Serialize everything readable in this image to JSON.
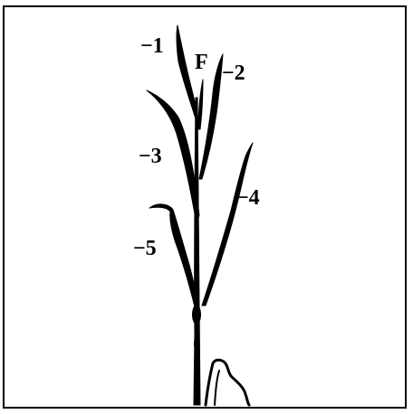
{
  "diagram": {
    "labels": {
      "flag_leaf": "F",
      "leaf_1": "−1",
      "leaf_2": "−2",
      "leaf_3": "−3",
      "leaf_4": "−4",
      "leaf_5": "−5"
    },
    "colors": {
      "ink": "#000000",
      "background": "#ffffff",
      "border": "#000000"
    }
  }
}
